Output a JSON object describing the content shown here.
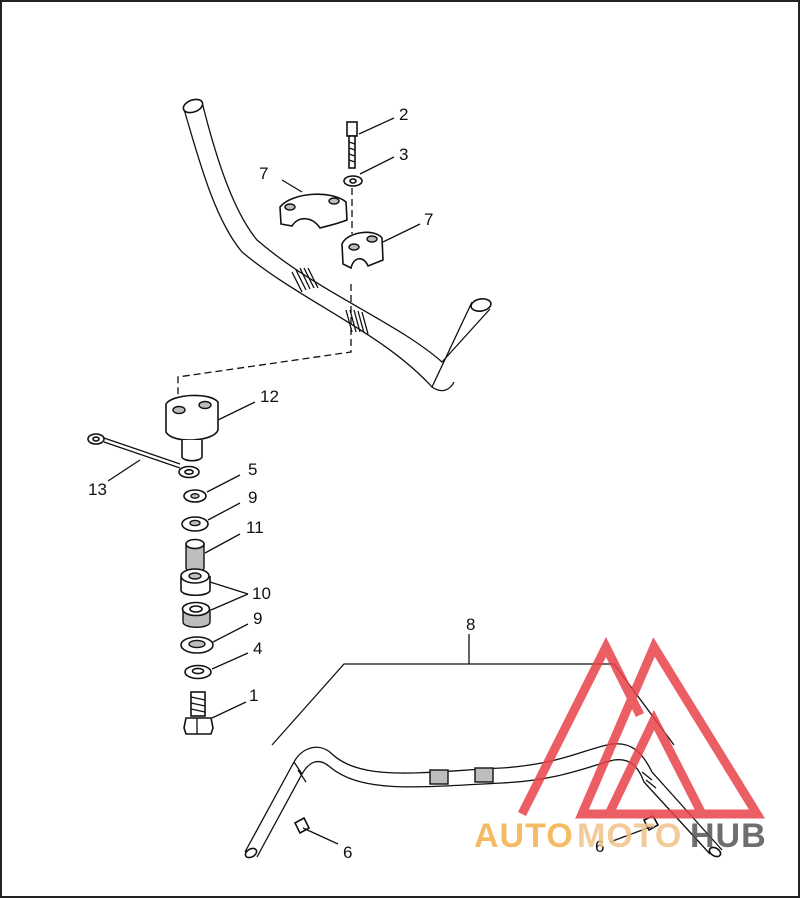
{
  "callouts": [
    {
      "id": "c2",
      "label": "2"
    },
    {
      "id": "c3",
      "label": "3"
    },
    {
      "id": "c7a",
      "label": "7"
    },
    {
      "id": "c7b",
      "label": "7"
    },
    {
      "id": "c12",
      "label": "12"
    },
    {
      "id": "c13",
      "label": "13"
    },
    {
      "id": "c5",
      "label": "5"
    },
    {
      "id": "c9a",
      "label": "9"
    },
    {
      "id": "c11",
      "label": "11"
    },
    {
      "id": "c10",
      "label": "10"
    },
    {
      "id": "c9b",
      "label": "9"
    },
    {
      "id": "c4",
      "label": "4"
    },
    {
      "id": "c1",
      "label": "1"
    },
    {
      "id": "c8",
      "label": "8"
    },
    {
      "id": "c6a",
      "label": "6"
    },
    {
      "id": "c6b",
      "label": "6"
    }
  ],
  "watermark": {
    "text_auto": "AUTO",
    "text_moto": "MOTO",
    "text_hub": "HUB",
    "color_triangle": "#e8434a",
    "color_auto": "#f4b04a",
    "color_moto": "#f2c38a",
    "color_hub": "#555555"
  }
}
